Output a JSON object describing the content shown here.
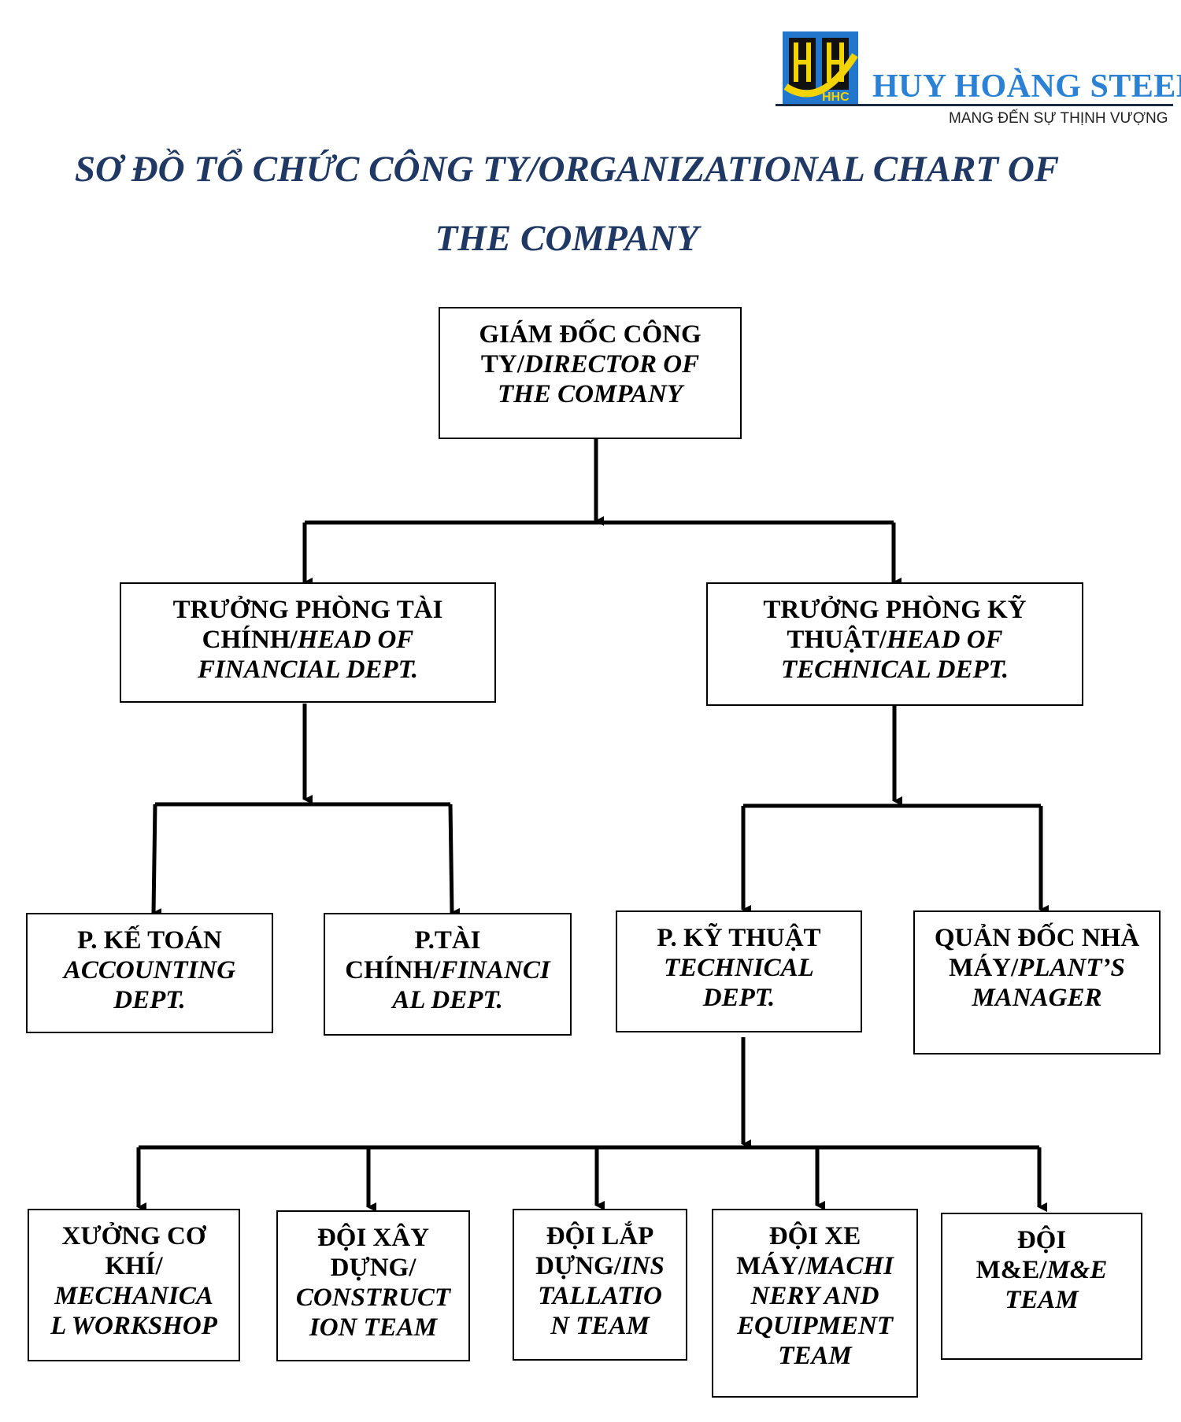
{
  "header": {
    "logo_icon": "hh-steel-logo-icon",
    "logo_letters": "HHC",
    "brand_name": "HUY HOÀNG STEEL",
    "tagline": "MANG ĐẾN SỰ THỊNH VƯỢNG",
    "brand_color": "#2b82d4",
    "logo_accent": "#f4d400"
  },
  "title": {
    "line1": "SƠ ĐỒ TỔ CHỨC CÔNG TY/ORGANIZATIONAL CHART OF",
    "line2": "THE COMPANY",
    "color": "#1f3864"
  },
  "nodes": {
    "director": {
      "l1": "GIÁM ĐỐC CÔNG",
      "l2a": "TY/",
      "l2b": "DIRECTOR OF",
      "l3": "THE COMPANY"
    },
    "finance_head": {
      "l1": "TRƯỞNG PHÒNG TÀI",
      "l2a": "CHÍNH/",
      "l2b": "HEAD OF",
      "l3": "FINANCIAL DEPT."
    },
    "tech_head": {
      "l1": "TRƯỞNG PHÒNG KỸ",
      "l2a": "THUẬT/",
      "l2b": "HEAD OF",
      "l3": "TECHNICAL DEPT."
    },
    "accounting": {
      "l1": "P. KẾ TOÁN",
      "l2": "ACCOUNTING",
      "l3": "DEPT."
    },
    "financial": {
      "l1": "P.TÀI",
      "l2a": "CHÍNH/",
      "l2b": "FINANCI",
      "l3": "AL DEPT."
    },
    "technical": {
      "l1": "P. KỸ THUẬT",
      "l2": "TECHNICAL",
      "l3": "DEPT."
    },
    "plant": {
      "l1": "QUẢN ĐỐC NHÀ",
      "l2a": "MÁY/",
      "l2b": "PLANT’S",
      "l3": "MANAGER"
    },
    "mechanical": {
      "l1": "XƯỞNG CƠ",
      "l2": "KHÍ/",
      "l3": "MECHANICA",
      "l4": "L WORKSHOP"
    },
    "construction": {
      "l1": "ĐỘI XÂY",
      "l2": "DỰNG/",
      "l3": "CONSTRUCT",
      "l4": "ION TEAM"
    },
    "installation": {
      "l1": "ĐỘI LẮP",
      "l2a": "DỰNG/",
      "l2b": "INS",
      "l3": "TALLATIO",
      "l4": "N TEAM"
    },
    "machinery": {
      "l1": "ĐỘI XE",
      "l2a": "MÁY/",
      "l2b": "MACHI",
      "l3": "NERY AND",
      "l4": "EQUIPMENT",
      "l5": "TEAM"
    },
    "me_team": {
      "l1": "ĐỘI",
      "l2a": "M&E/",
      "l2b": "M&E",
      "l3": "TEAM"
    }
  }
}
